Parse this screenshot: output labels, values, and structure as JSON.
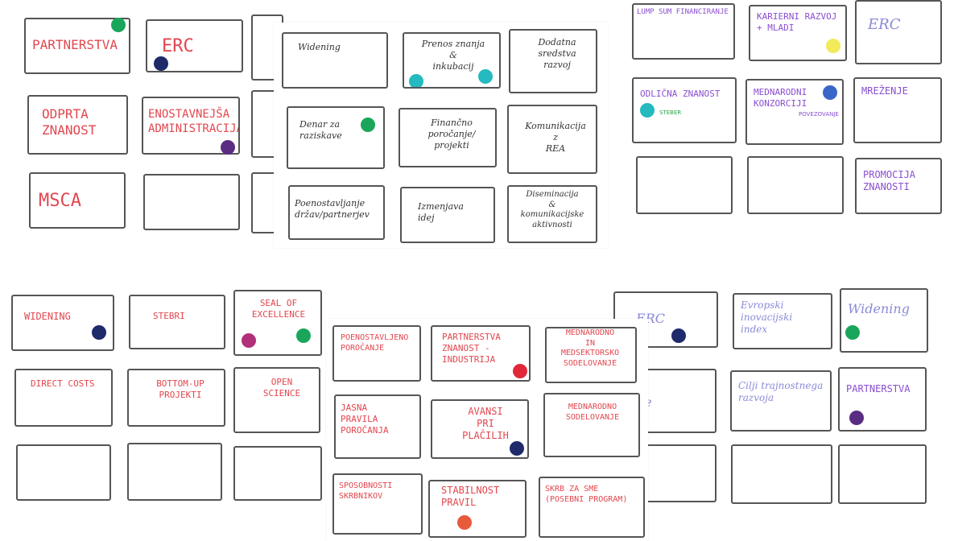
{
  "colors": {
    "green": "#1aa65a",
    "navy": "#1f2a6b",
    "purple": "#5a2d82",
    "teal": "#25b9c0",
    "yellow": "#f2ea5a",
    "blue": "#3a66c8",
    "magenta": "#b0307a",
    "red": "#e0283a",
    "orange": "#e85a3c"
  },
  "board1": {
    "c1": "PARTNERSTVA",
    "c2": "ERC",
    "c3": "ODPRTA\nZNANOST",
    "c4": "ENOSTAVNEJŠA\nADMINISTRACIJA",
    "c5": "MSCA"
  },
  "board2": {
    "c1": "Widening",
    "c2": "Prenos znanja\n&\ninkubacij",
    "c3": "Dodatna\nsredstva\nrazvoj",
    "c4": "Denar za\nraziskave",
    "c5": "Finančno\nporočanje/\nprojekti",
    "c6": "Komunikacija\nz\nREA",
    "c7": "Poenostavljanje\ndržav/partnerjev",
    "c8": "Izmenjava\nidej",
    "c9": "Diseminacija\n&\nkomunikacijske\naktivnosti"
  },
  "board3": {
    "c1": "LUMP SUM FINANCIRANJE",
    "c2": "KARIERNI RAZVOJ\n+ MLADI",
    "c3": "ERC",
    "c4": "ODLIČNA ZNANOST",
    "c4_tag": "STEBER",
    "c5": "MEDNARODNI\nKONZORCIJI",
    "c5_tag": "POVEZOVANJE",
    "c6": "MREŽENJE",
    "c7": "PROMOCIJA\nZNANOSTI"
  },
  "board4": {
    "c1": "WIDENING",
    "c2": "STEBRI",
    "c3": "SEAL OF\nEXCELLENCE",
    "c4": "DIRECT COSTS",
    "c5": "BOTTOM-UP\nPROJEKTI",
    "c6": "OPEN\nSCIENCE"
  },
  "board5": {
    "c1": "POENOSTAVLJENO\nPOROČANJE",
    "c2": "PARTNERSTVA\nZNANOST -\nINDUSTRIJA",
    "c3": "MEDNARODNO\nIN\nMEDSEKTORSKO\nSODELOVANJE",
    "c4": "JASNA\nPRAVILA\nPOROČANJA",
    "c5": "AVANSI\nPRI\nPLAČILIH",
    "c6": "MEDNARODNO\nSODELOVANJE",
    "c7": "SPOSOBNOSTI\nSKRBNIKOV",
    "c8": "STABILNOST\nPRAVIL",
    "c9": "SKRB ZA SME\n(POSEBNI PROGRAM)"
  },
  "board6": {
    "c1": "ERC",
    "c2": "Evropski\ninovacijski\nindex",
    "c3": "Widening",
    "c4": "Cilji trajnostnega\nrazvoja",
    "c5": "PARTNERSTVA",
    "c6": "ije"
  }
}
